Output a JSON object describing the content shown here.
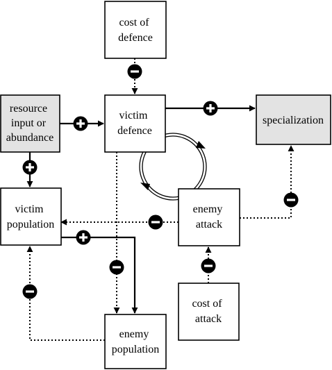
{
  "nodes": {
    "cost_of_defence": [
      "cost of",
      "defence"
    ],
    "victim_defence": [
      "victim",
      "defence"
    ],
    "specialization": [
      "specialization"
    ],
    "resource_input": [
      "resource",
      "input or",
      "abundance"
    ],
    "victim_population": [
      "victim",
      "population"
    ],
    "enemy_attack": [
      "enemy",
      "attack"
    ],
    "cost_of_attack": [
      "cost of",
      "attack"
    ],
    "enemy_population": [
      "enemy",
      "population"
    ]
  },
  "links": [
    {
      "id": "cost-defence-to-victim-defence",
      "from": "cost of defence",
      "to": "victim defence",
      "style": "dotted",
      "sign": "minus"
    },
    {
      "id": "resource-to-victim-defence",
      "from": "resource input or abundance",
      "to": "victim defence",
      "style": "solid",
      "sign": "plus"
    },
    {
      "id": "victim-defence-to-specialization",
      "from": "victim defence",
      "to": "specialization",
      "style": "solid",
      "sign": "plus"
    },
    {
      "id": "resource-to-victim-population",
      "from": "resource input or abundance",
      "to": "victim population",
      "style": "solid",
      "sign": "plus"
    },
    {
      "id": "enemy-attack-to-victim-population",
      "from": "enemy attack",
      "to": "victim population",
      "style": "dotted",
      "sign": "minus"
    },
    {
      "id": "enemy-attack-to-specialization",
      "from": "enemy attack",
      "to": "specialization",
      "style": "dotted",
      "sign": "minus"
    },
    {
      "id": "victim-population-to-enemy-population",
      "from": "victim population",
      "to": "enemy population",
      "style": "solid",
      "sign": "plus"
    },
    {
      "id": "victim-defence-to-enemy-population",
      "from": "victim defence",
      "to": "enemy population",
      "style": "dotted",
      "sign": "minus"
    },
    {
      "id": "cost-attack-to-enemy-attack",
      "from": "cost of attack",
      "to": "enemy attack",
      "style": "dotted",
      "sign": "minus"
    },
    {
      "id": "enemy-population-to-victim-population",
      "from": "enemy population",
      "to": "victim population",
      "style": "dotted",
      "sign": "minus"
    },
    {
      "id": "coevolution-loop",
      "from": "victim defence",
      "to": "enemy attack",
      "style": "double-circle",
      "sign": ""
    }
  ],
  "colors": {
    "line": "#000000",
    "shaded_box": "#e3e3e3",
    "box": "#ffffff"
  }
}
